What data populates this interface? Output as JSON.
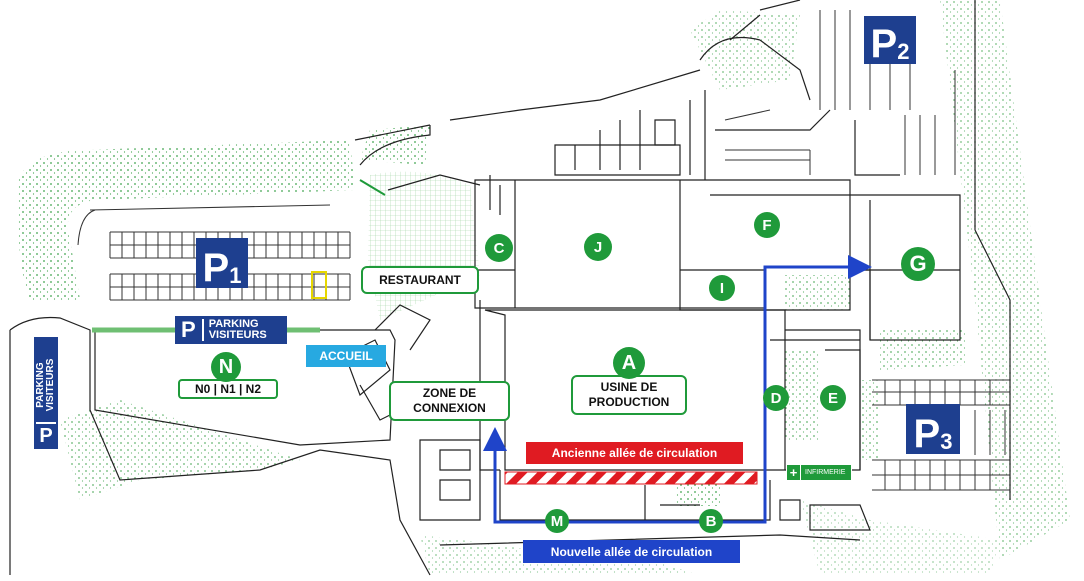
{
  "parking": {
    "p1": {
      "letter": "P",
      "num": "1"
    },
    "p2": {
      "letter": "P",
      "num": "2"
    },
    "p3": {
      "letter": "P",
      "num": "3"
    },
    "visitors_h": {
      "letter": "P",
      "line1": "PARKING",
      "line2": "VISITEURS"
    },
    "visitors_v": {
      "letter": "P",
      "line1": "PARKING",
      "line2": "VISITEURS"
    }
  },
  "zones": {
    "a": "A",
    "b": "B",
    "c": "C",
    "d": "D",
    "e": "E",
    "f": "F",
    "g": "G",
    "i": "I",
    "j": "J",
    "m": "M",
    "n": "N"
  },
  "labels": {
    "restaurant": "RESTAURANT",
    "zone_connexion_1": "ZONE DE",
    "zone_connexion_2": "CONNEXION",
    "usine_1": "USINE DE",
    "usine_2": "PRODUCTION",
    "levels": "N0 | N1 | N2",
    "accueil": "ACCUEIL",
    "ancienne_allee": "Ancienne allée de circulation",
    "nouvelle_allee": "Nouvelle allée de circulation",
    "infirmerie": "INFIRMERIE"
  },
  "colors": {
    "zone_green": "#1f9a3a",
    "parking_blue": "#1e3f8f",
    "route_blue": "#1f44c9",
    "old_route_red": "#e01b22",
    "accueil_blue": "#27a9e1"
  }
}
